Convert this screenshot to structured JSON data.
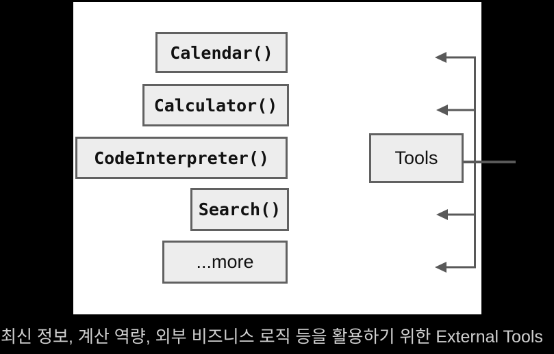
{
  "diagram": {
    "nodes": [
      {
        "label": "Calendar()"
      },
      {
        "label": "Calculator()"
      },
      {
        "label": "CodeInterpreter()"
      },
      {
        "label": "Search()"
      },
      {
        "label": "...more"
      }
    ],
    "hub": {
      "label": "Tools"
    }
  },
  "caption": {
    "text": "최신 정보, 계산 역량, 외부 비즈니스 로직 등을 활용하기 위한 External Tools"
  },
  "colors": {
    "background": "#000000",
    "panel": "#ffffff",
    "node_fill": "#ededed",
    "node_border": "#616161",
    "connector": "#595959",
    "node_text": "#111111",
    "caption_text": "#cfcfcf"
  }
}
